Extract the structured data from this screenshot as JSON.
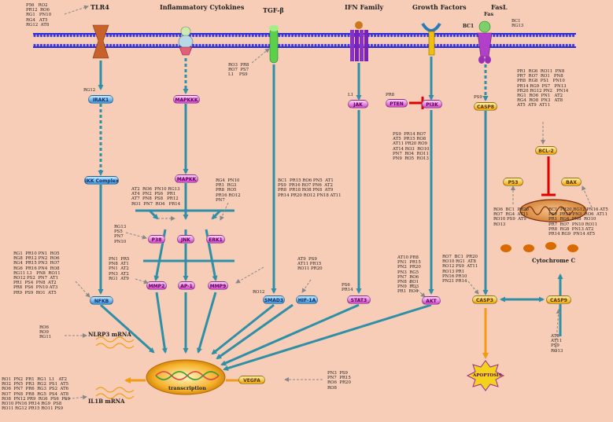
{
  "receptors": {
    "tlr4": "TLR4",
    "cytokines": "Inflammatory Cytokines",
    "tgfb": "TGF-β",
    "ifn": "IFN Family",
    "growth": "Growth Factors",
    "bc1_left": "BC1",
    "fas": "Fas",
    "fasl": "FasL"
  },
  "nodes": {
    "irak1": "IRAK1",
    "ikk": "IKK Complex",
    "nfkb": "NFKB",
    "mapkkk": "MAPKKK",
    "mapkk": "MAPKK",
    "p38": "P38",
    "jnk": "JNK",
    "erk1": "ERK1",
    "mmp2": "MMP2",
    "ap1": "AP-1",
    "mmp9": "MMP9",
    "smad3": "SMAD3",
    "hif1a": "HIF-1A",
    "jak": "JAK",
    "stat3": "STAT3",
    "pten": "PTEN",
    "pi3k": "PI3K",
    "akt": "AKT",
    "casp8": "CASP8",
    "bcl2": "BCL-2",
    "p53": "P53",
    "bax": "BAX",
    "casp3": "CASP3",
    "casp9": "CASP9",
    "cytc": "Cytochrome C",
    "apoptosis": "APOPTOSIS",
    "transcription": "transcription",
    "vegfa": "VEGFA",
    "nlrp3": "NLRP3 mRNA",
    "il1b": "IL1B mRNA"
  },
  "annotations": {
    "tlr4": "P56   RO2\nPR12  RO6\nRG1   PN10\nRG4   AT5\nRG12  AT8",
    "fasl": "BC1\nRG13",
    "tgfb": "RO3  PR8\nRO7  PS7\nL1    PS9",
    "irak1": "RG12",
    "jak": "L1",
    "pten": "PR8",
    "casp8": "PS9",
    "bcl2": "PR1  RG6  RO11  PN8\nPR7  RO7  RO1   PN8\nPR8  RG8  PS1   PN10\nPR14 RG9  PS7   PN13\nPR20 RG12 PN2   PN14\nRG1  RO6  PN1   AT2\nRG4  RO8  PN3   AT8\nAT5  AT9  AT11",
    "mapkkk_in": "AT2  RO6  PN10 RG13\nAT4  PN2  PS6   PR1\nAT7  PN8  PS8   PR12\nRO1  PN7  RO4   PR14",
    "erk1_in": "RG4  PN10\nPR1  RG3\nPR8  RO5\nPR16 RO12\nPN7",
    "smad_top": "BC1  PR15 RO6 PN5  AT1\nPS9  PR16 RO7 PN6  AT2\nPR8  PR18 RO8 PN8  AT9\nPR14 PR20 RO12 PN18 AT11",
    "pi3k_in": "PS9  PR14 RO7\nAT5  PR15 RO8\nAT11 PR20 RO9\nAT14 RO3  RO10\nPN7  RO4  RO11\nPN9  RO5  RO13",
    "p38_in": "RG13\nPS5\nPN7\nPN10",
    "nfkb_in": "RG1  PR10 PN1  RO5\nRG8  PR12 PN2  RO6\nRG4  PR15 PN3  RO7\nRG6  PR16 PN4  RO8\nRG11 L1   PN8  RO11\nRO12 PS2  PN7  AT1\nPR1  PS4  PN8  AT2\nPR8  PS6  PN10 AT3\nPR9  PS9  RO1  AT5",
    "mmp2_in": "PN1  PR5\nPN8  AT1\nPN1  AT2\nPN3  AT2\nRG1  AT9",
    "p53_in": "RO6  BC1  PR20\nRO7  RG4  AT11\nRO10 PS9  AT9\nRO13",
    "cytc_in": "BC1  PR20 RG12 PN16 AT5\nPS9  PR15 PN3  RO6  AT11\nPR1  RG4  PN8  RO10\nPR7  RO7  PN10 RO11\nPR8  RG8  PN13 AT2\nPR14 RG9  PN14 AT5",
    "hif_in": "AT9  PS9\nAT11 PR15\nRO11 PR20",
    "akt_in": "AT10 PR8\nPN1  PR15\nPN2  PR20\nPN3  RG5\nPN7  RO6\nPN8  RO1\nPN9  RO3\nPR1  RO4",
    "casp3_in": "RO7  BC1  PR20\nRO10 RG1  AT8\nRO12 PS9  AT11\nRO13 PR1\nPN16 PR10\nPN21 PR14",
    "smad3_in": "RO12",
    "stat3_in": "PS6\nPR14",
    "casp9_in": "AT6\nAT11\nPS9\nRO13",
    "nlrp3_in": "RO6\nRO9\nRG11",
    "vegfa_in": "PN3  PS9\nPN7  PR15\nRO6  PR20\nRO8",
    "il1b_in": "RO1  PN2  PR1  RG1  L1   AT2\nRO2  PN5  PR3  RG2  PS1  AT5\nRO6  PN7  PR6  RG3  PS2  AT6\nRO7  PN8  PR8  RG5  PS4  AT8\nRO8  PN12 PR9  RG6  PS6  PS9\nRO10 PN16 PR14 RG9  PS8\nRO11 RG12 PR15 RO11 PS9"
  },
  "colors": {
    "background": "#f7cdb8",
    "arrow": "#2f8fa6",
    "membrane": "#2c2cd0",
    "inhibit": "#e00000",
    "apoptosis_arrow": "#f39c12"
  }
}
